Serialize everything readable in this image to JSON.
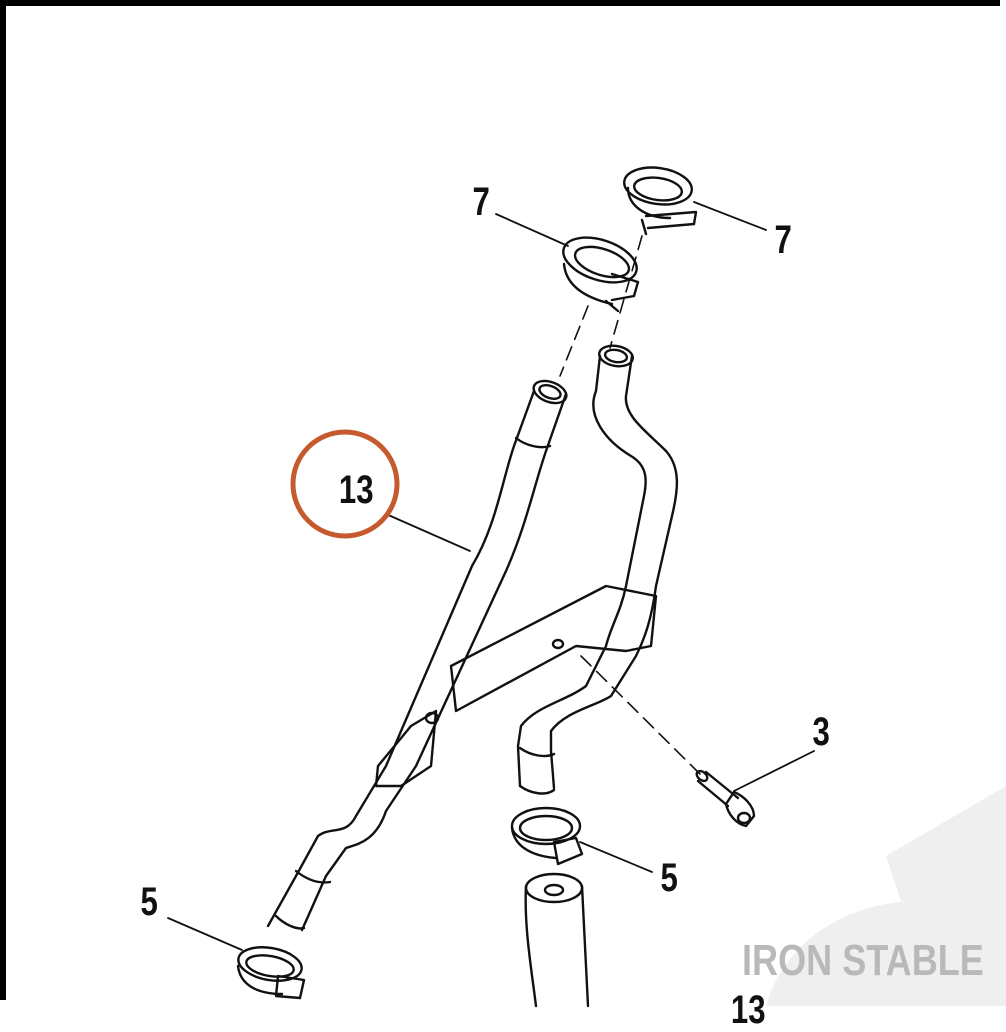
{
  "diagram": {
    "callouts": {
      "clamp_top_left": "7",
      "clamp_top_right": "7",
      "tube_highlighted": "13",
      "bolt": "3",
      "clamp_bottom_right": "5",
      "clamp_bottom_left": "5",
      "partial_bottom": "13"
    },
    "highlight_color": "#c65a2e",
    "line_color": "#111111"
  },
  "watermark": {
    "text": "IRON STABLE",
    "color": "#b9b9b9"
  }
}
